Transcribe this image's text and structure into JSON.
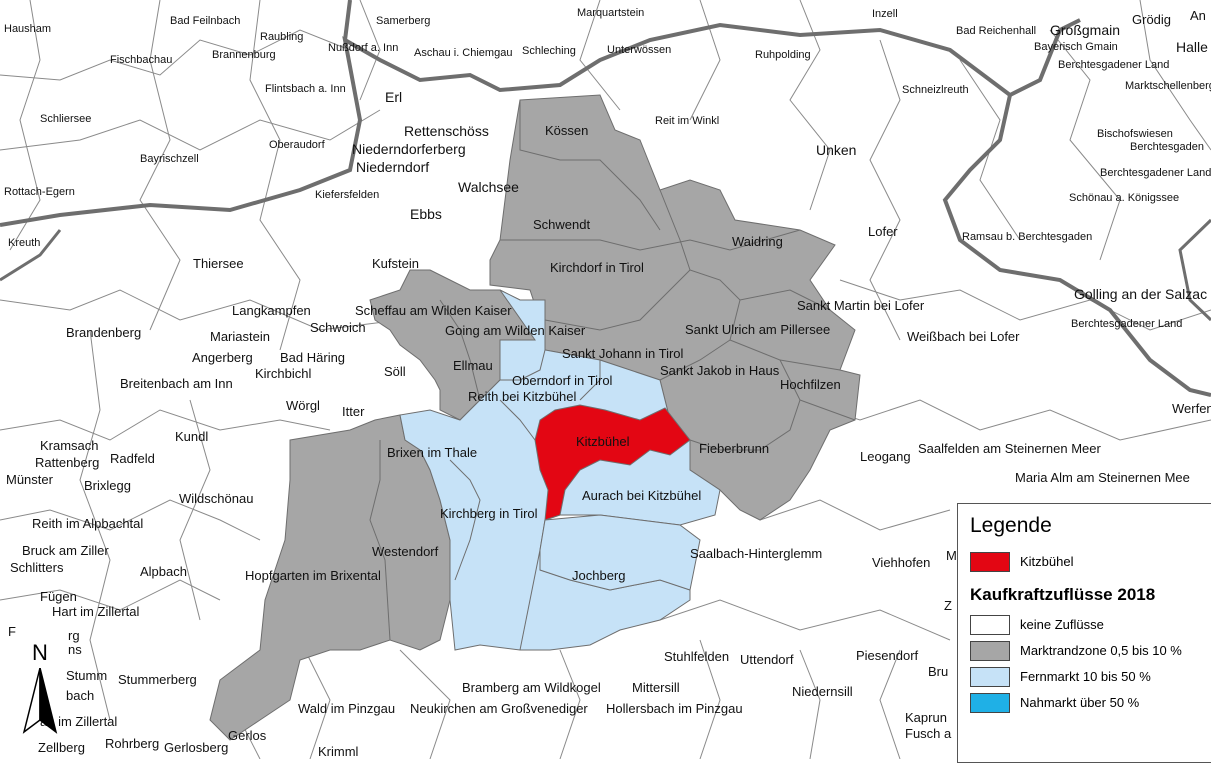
{
  "colors": {
    "highlight": "#e30613",
    "marktrand": "#a6a6a6",
    "fernmarkt": "#c6e2f7",
    "nahmarkt": "#1fb0e6",
    "none": "#ffffff",
    "border": "#6e6e6e"
  },
  "legend": {
    "title": "Legende",
    "highlight_label": "Kitzbühel",
    "subtitle": "Kaufkraftzuflüsse 2018",
    "classes": [
      {
        "label": "keine Zuflüsse",
        "color": "#ffffff"
      },
      {
        "label": "Marktrandzone 0,5 bis 10 %",
        "color": "#a6a6a6"
      },
      {
        "label": "Fernmarkt 10 bis 50 %",
        "color": "#c6e2f7"
      },
      {
        "label": "Nahmarkt über 50 %",
        "color": "#1fb0e6"
      }
    ]
  },
  "north_label": "N",
  "places": {
    "hausham": "Hausham",
    "bad_feilnbach": "Bad Feilnbach",
    "raubling": "Raubling",
    "samerberg": "Samerberg",
    "marquartstein": "Marquartstein",
    "inzell": "Inzell",
    "bad_reichenhall": "Bad Reichenhall",
    "grossgmain": "Großgmain",
    "groedig": "Grödig",
    "an": "An",
    "fischbachau": "Fischbachau",
    "brannenburg": "Brannenburg",
    "nussdorf": "Nußdorf a. Inn",
    "aschau": "Aschau i. Chiemgau",
    "schleching": "Schleching",
    "unterwoessen": "Unterwössen",
    "ruhpolding": "Ruhpolding",
    "bayerisch_gmain": "Bayerisch Gmain",
    "berchtesgadener_land_1": "Berchtesgadener Land",
    "halle": "Halle",
    "flintsbach": "Flintsbach a. Inn",
    "erl": "Erl",
    "schneizlreuth": "Schneizlreuth",
    "marktschellenberg": "Marktschellenberg",
    "schliersee": "Schliersee",
    "oberaudorf": "Oberaudorf",
    "rettenschoess": "Rettenschöss",
    "koessen": "Kössen",
    "reit_im_winkl": "Reit im Winkl",
    "bischofswiesen": "Bischofswiesen",
    "berchtesgaden": "Berchtesgaden",
    "bayrischzell": "Bayrischzell",
    "niederndorferberg": "Niederndorferberg",
    "niederndorf": "Niederndorf",
    "unken": "Unken",
    "berchtesgadener_land_2": "Berchtesgadener Land",
    "rottach": "Rottach-Egern",
    "kiefersfelden": "Kiefersfelden",
    "walchsee": "Walchsee",
    "schoenau": "Schönau a. Königssee",
    "ebbs": "Ebbs",
    "schwendt": "Schwendt",
    "lofer": "Lofer",
    "ramsau": "Ramsau b. Berchtesgaden",
    "kreuth": "Kreuth",
    "waidring": "Waidring",
    "thiersee": "Thiersee",
    "kufstein": "Kufstein",
    "kirchdorf": "Kirchdorf in Tirol",
    "golling": "Golling an der Salzac",
    "langkampfen": "Langkampfen",
    "scheffau": "Scheffau am Wilden Kaiser",
    "sankt_martin": "Sankt Martin bei Lofer",
    "berchtesgadener_land_3": "Berchtesgadener Land",
    "brandenberg": "Brandenberg",
    "mariastein": "Mariastein",
    "schwoich": "Schwoich",
    "going": "Going am Wilden Kaiser",
    "sankt_ulrich": "Sankt Ulrich am Pillersee",
    "weissbach": "Weißbach bei Lofer",
    "sankt_johann": "Sankt Johann in Tirol",
    "angerberg": "Angerberg",
    "bad_haering": "Bad Häring",
    "ellmau": "Ellmau",
    "kirchbichl": "Kirchbichl",
    "soell": "Söll",
    "oberndorf": "Oberndorf in Tirol",
    "sankt_jakob": "Sankt Jakob in Haus",
    "breitenbach": "Breitenbach am Inn",
    "hochfilzen": "Hochfilzen",
    "reith_kitz": "Reith bei Kitzbühel",
    "woergl": "Wörgl",
    "itter": "Itter",
    "werfen": "Werfen",
    "kundl": "Kundl",
    "kitzbuehel": "Kitzbühel",
    "kramsach": "Kramsach",
    "rattenberg": "Rattenberg",
    "radfeld": "Radfeld",
    "brixen": "Brixen im Thale",
    "fieberbrunn": "Fieberbrunn",
    "leogang": "Leogang",
    "saalfelden": "Saalfelden am Steinernen Meer",
    "muenster": "Münster",
    "brixlegg": "Brixlegg",
    "maria_alm": "Maria Alm am Steinernen Mee",
    "wildschoenau": "Wildschönau",
    "aurach": "Aurach bei Kitzbühel",
    "reith_alpbachtal": "Reith im Alpbachtal",
    "kirchberg": "Kirchberg in Tirol",
    "westendorf": "Westendorf",
    "bruck": "Bruck am Ziller",
    "saalbach": "Saalbach-Hinterglemm",
    "viehhofen": "Viehhofen",
    "m": "M",
    "schlitters": "Schlitters",
    "alpbach": "Alpbach",
    "hopfgarten": "Hopfgarten im Brixental",
    "jochberg": "Jochberg",
    "fuegen": "Fügen",
    "z": "Z",
    "hart": "Hart im Zillertal",
    "rg": "rg",
    "ns": "ns",
    "f": "F",
    "stuhlfelden": "Stuhlfelden",
    "uttendorf": "Uttendorf",
    "piesendorf": "Piesendorf",
    "bru": "Bru",
    "stumm": "Stumm",
    "stummerberg": "Stummerberg",
    "bach": "bach",
    "bramberg": "Bramberg am Wildkogel",
    "mittersill": "Mittersill",
    "niedernsill": "Niedernsill",
    "au_ziller": "au im Zillertal",
    "wald": "Wald im Pinzgau",
    "neukirchen": "Neukirchen am Großvenediger",
    "hollersbach": "Hollersbach im Pinzgau",
    "kaprun": "Kaprun",
    "fusch": "Fusch a",
    "gerlos": "Gerlos",
    "zellberg": "Zellberg",
    "rohrberg": "Rohrberg",
    "gerlosberg": "Gerlosberg",
    "krimml": "Krimml"
  }
}
